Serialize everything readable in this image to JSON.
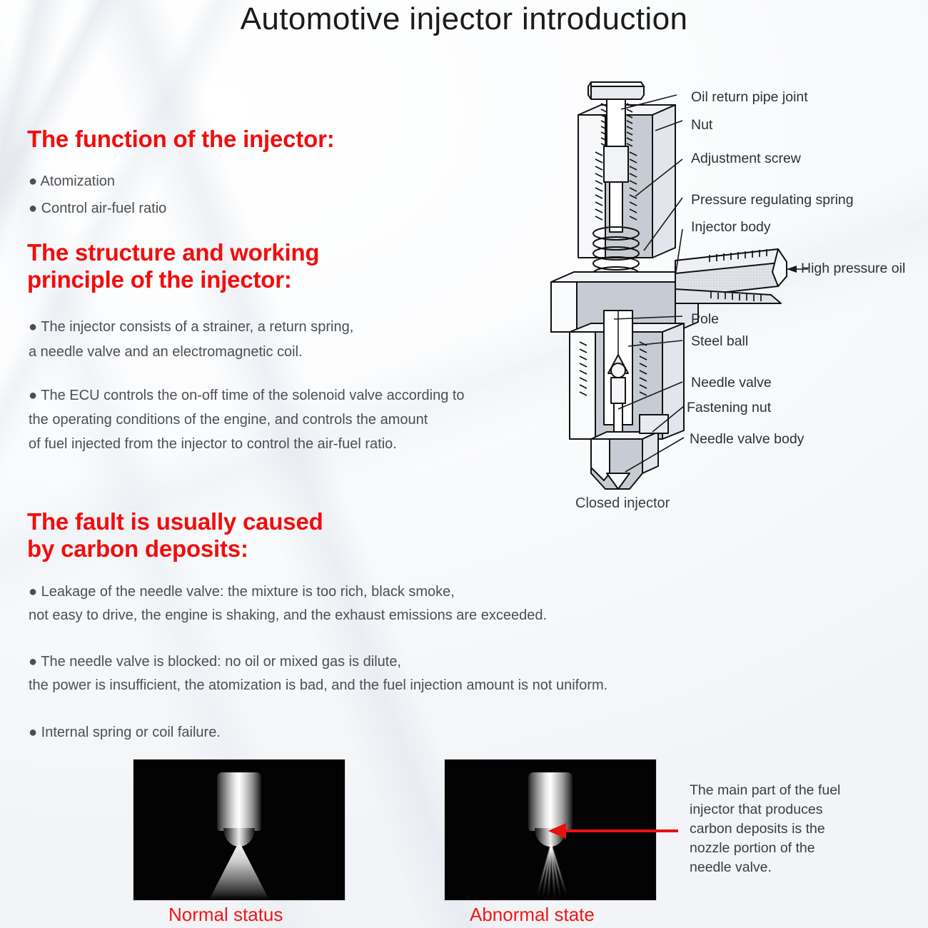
{
  "page": {
    "title": "Automotive injector introduction",
    "accent_red": "#f20d0d",
    "body_gray": "#4b4f54"
  },
  "sections": {
    "function": {
      "heading": "The function of the injector:",
      "bullets": [
        "● Atomization",
        "● Control air-fuel ratio"
      ]
    },
    "structure": {
      "heading": "The structure and working\nprinciple of the injector:",
      "paragraphs": [
        [
          "● The injector consists of a strainer, a return spring,",
          "a needle valve and an electromagnetic coil."
        ],
        [
          "● The ECU controls the on-off time of the solenoid valve according to",
          "the operating conditions of the engine, and controls the amount",
          "of fuel injected from the injector to control the air-fuel ratio."
        ]
      ]
    },
    "fault": {
      "heading": "The fault is usually caused\nby carbon deposits:",
      "paragraphs": [
        [
          "● Leakage of the needle valve: the mixture is too rich, black smoke,",
          "not easy to drive, the engine is shaking, and the exhaust emissions are exceeded."
        ],
        [
          "● The needle valve is blocked: no oil or mixed gas is dilute,",
          "the power is insufficient, the atomization is bad, and the fuel injection amount is not uniform."
        ],
        [
          "● Internal spring or coil failure."
        ]
      ]
    }
  },
  "diagram": {
    "caption": "Closed injector",
    "labels": [
      {
        "text": "Oil return pipe joint"
      },
      {
        "text": "Nut"
      },
      {
        "text": "Adjustment screw"
      },
      {
        "text": "Pressure regulating spring"
      },
      {
        "text": "Injector body"
      },
      {
        "text": "High pressure oil"
      },
      {
        "text": "Pole"
      },
      {
        "text": "Steel ball"
      },
      {
        "text": "Needle valve"
      },
      {
        "text": "Fastening nut"
      },
      {
        "text": "Needle valve body"
      }
    ]
  },
  "spray": {
    "normal_caption": "Normal status",
    "abnormal_caption": "Abnormal state",
    "side_note": "The main part of the fuel\ninjector that produces\ncarbon deposits is the\nnozzle portion of the\nneedle valve.",
    "arrow_color": "#e81010"
  }
}
